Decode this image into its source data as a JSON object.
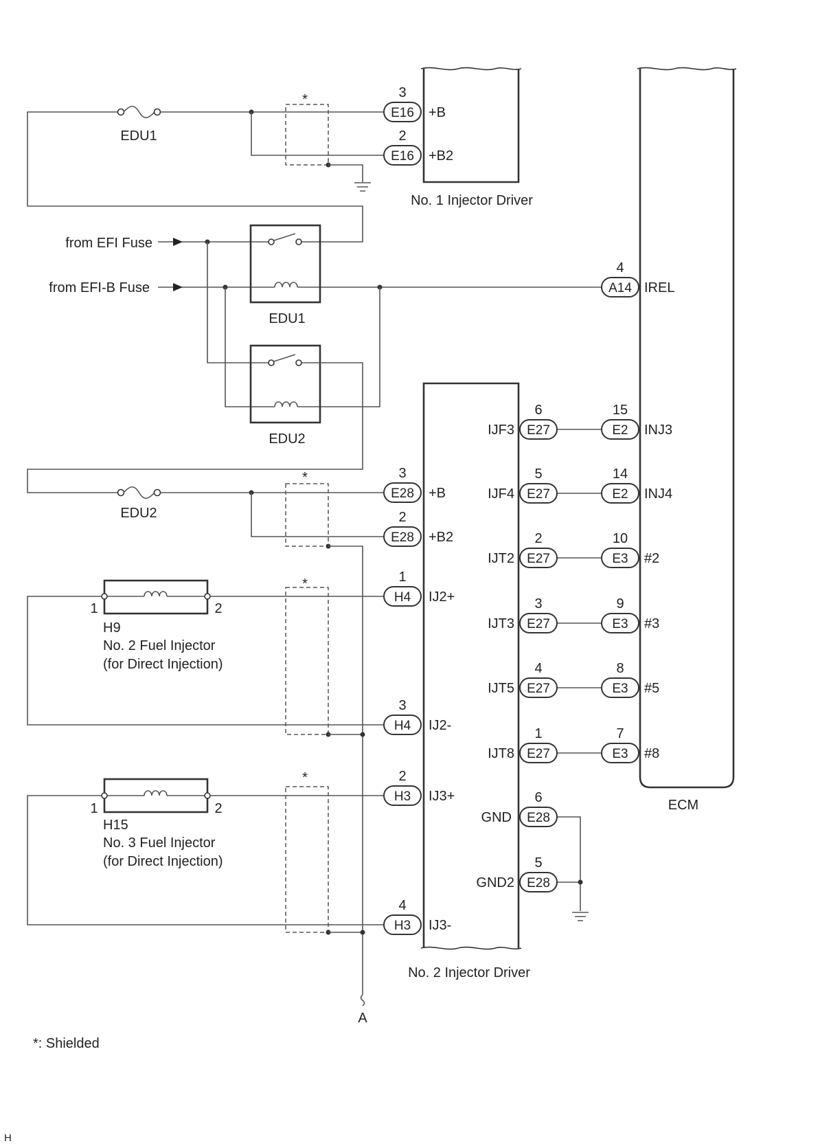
{
  "colors": {
    "wire": "#555555",
    "outline": "#333333",
    "text": "#222222"
  },
  "components": {
    "driver1": {
      "label": "No. 1 Injector Driver"
    },
    "driver2": {
      "label": "No. 2 Injector Driver"
    },
    "ecm": {
      "label": "ECM"
    }
  },
  "sources": [
    {
      "label": "from EFI Fuse"
    },
    {
      "label": "from EFI-B Fuse"
    }
  ],
  "relays": [
    {
      "label": "EDU1"
    },
    {
      "label": "EDU2"
    }
  ],
  "fuses": [
    {
      "label": "EDU1"
    },
    {
      "label": "EDU2"
    }
  ],
  "injectors": [
    {
      "code": "H9",
      "name": "No. 2 Fuel Injector",
      "note": "(for Direct Injection)",
      "pin_left": "1",
      "pin_right": "2"
    },
    {
      "code": "H15",
      "name": "No. 3 Fuel Injector",
      "note": "(for Direct Injection)",
      "pin_left": "1",
      "pin_right": "2"
    }
  ],
  "driver1_pins": [
    {
      "pin": "3",
      "connector": "E16",
      "terminal": "+B"
    },
    {
      "pin": "2",
      "connector": "E16",
      "terminal": "+B2"
    }
  ],
  "driver2_power_pins": [
    {
      "pin": "3",
      "connector": "E28",
      "terminal": "+B"
    },
    {
      "pin": "2",
      "connector": "E28",
      "terminal": "+B2"
    }
  ],
  "driver2_injector_pins": [
    {
      "pin": "1",
      "connector": "H4",
      "terminal": "IJ2+"
    },
    {
      "pin": "3",
      "connector": "H4",
      "terminal": "IJ2-"
    },
    {
      "pin": "2",
      "connector": "H3",
      "terminal": "IJ3+"
    },
    {
      "pin": "4",
      "connector": "H3",
      "terminal": "IJ3-"
    }
  ],
  "signal_lines": [
    {
      "driver_terminal": "IJF3",
      "driver_connector": "E27",
      "driver_pin": "6",
      "ecm_connector": "E2",
      "ecm_pin": "15",
      "ecm_terminal": "INJ3"
    },
    {
      "driver_terminal": "IJF4",
      "driver_connector": "E27",
      "driver_pin": "5",
      "ecm_connector": "E2",
      "ecm_pin": "14",
      "ecm_terminal": "INJ4"
    },
    {
      "driver_terminal": "IJT2",
      "driver_connector": "E27",
      "driver_pin": "2",
      "ecm_connector": "E3",
      "ecm_pin": "10",
      "ecm_terminal": "#2"
    },
    {
      "driver_terminal": "IJT3",
      "driver_connector": "E27",
      "driver_pin": "3",
      "ecm_connector": "E3",
      "ecm_pin": "9",
      "ecm_terminal": "#3"
    },
    {
      "driver_terminal": "IJT5",
      "driver_connector": "E27",
      "driver_pin": "4",
      "ecm_connector": "E3",
      "ecm_pin": "8",
      "ecm_terminal": "#5"
    },
    {
      "driver_terminal": "IJT8",
      "driver_connector": "E27",
      "driver_pin": "1",
      "ecm_connector": "E3",
      "ecm_pin": "7",
      "ecm_terminal": "#8"
    }
  ],
  "ground_pins": [
    {
      "terminal": "GND",
      "connector": "E28",
      "pin": "6"
    },
    {
      "terminal": "GND2",
      "connector": "E28",
      "pin": "5"
    }
  ],
  "ecm_relay_pin": {
    "connector": "A14",
    "pin": "4",
    "terminal": "IREL"
  },
  "shield_mark": "*",
  "offpage_connector": "A",
  "footnote": "*: Shielded",
  "sheet_code": "H"
}
